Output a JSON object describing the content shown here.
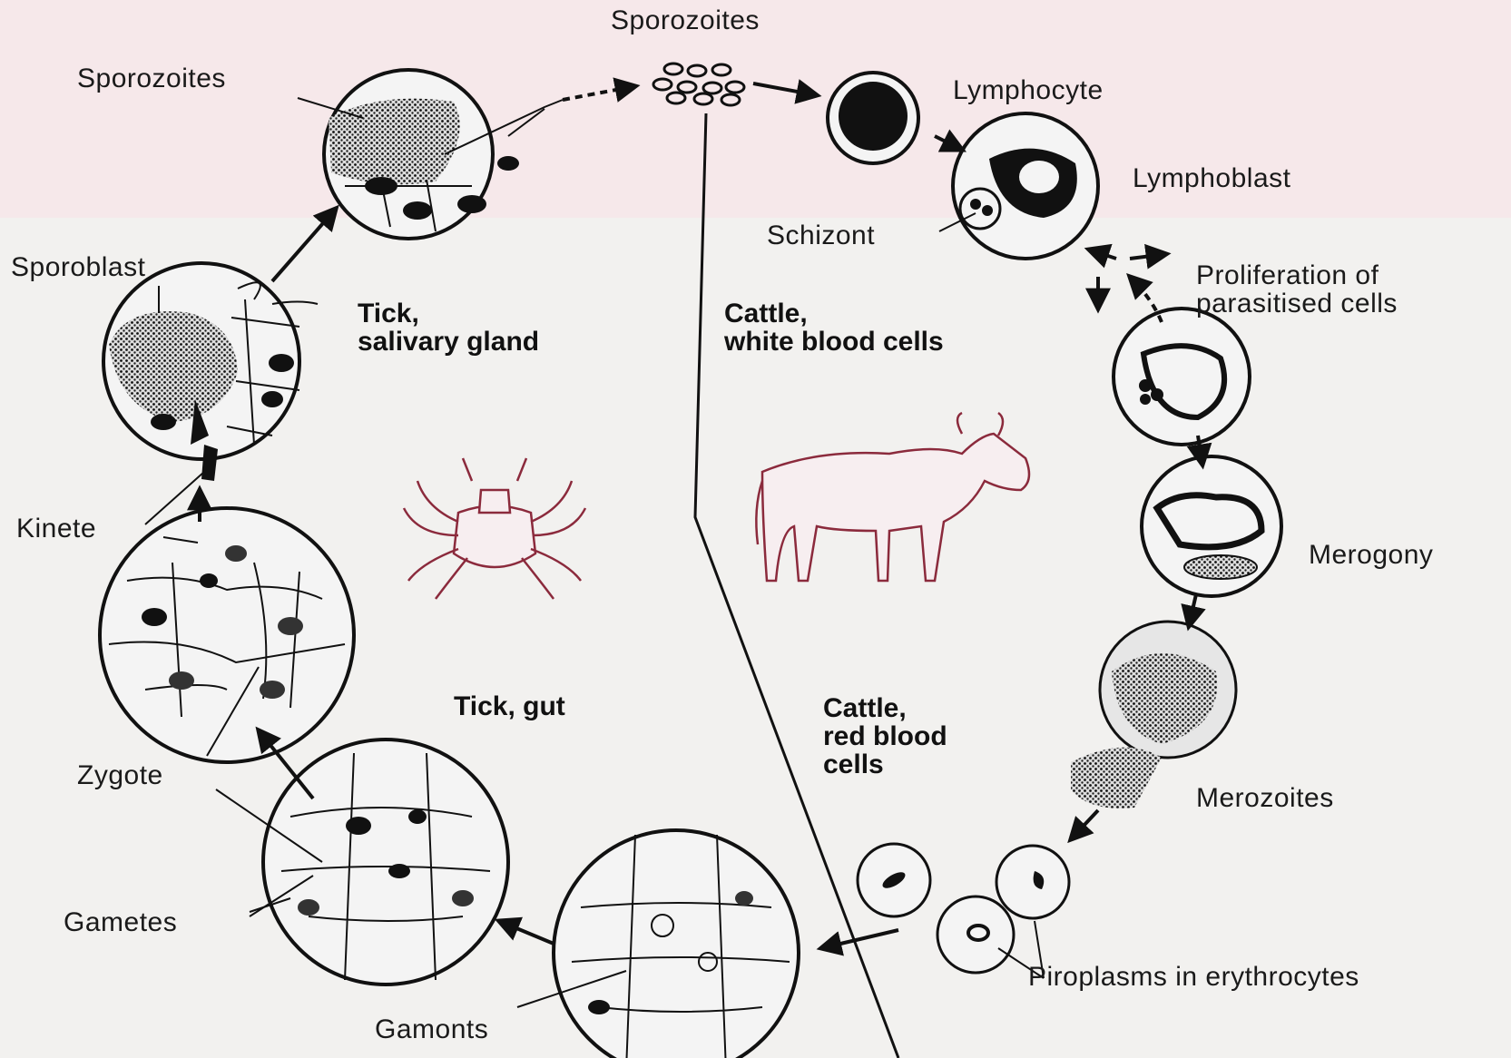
{
  "labels": {
    "sporozoites_top": "Sporozoites",
    "sporozoites_left": "Sporozoites",
    "lymphocyte": "Lymphocyte",
    "lymphoblast": "Lymphoblast",
    "schizont": "Schizont",
    "sporoblast": "Sporoblast",
    "proliferation_1": "Proliferation of",
    "proliferation_2": "parasitised cells",
    "kinete": "Kinete",
    "merogony": "Merogony",
    "zygote": "Zygote",
    "merozoites": "Merozoites",
    "gametes": "Gametes",
    "gamonts": "Gamonts",
    "piroplasms": "Piroplasms in erythrocytes"
  },
  "regions": {
    "tick_salivary_1": "Tick,",
    "tick_salivary_2": "salivary gland",
    "cattle_wbc_1": "Cattle,",
    "cattle_wbc_2": "white blood cells",
    "tick_gut": "Tick, gut",
    "cattle_rbc_1": "Cattle,",
    "cattle_rbc_2": "red blood",
    "cattle_rbc_3": "cells"
  },
  "colors": {
    "ink": "#111111",
    "animal": "#8b2a3c",
    "background": "#f2f1ef"
  },
  "icons": [
    "tick-illustration",
    "cattle-illustration"
  ]
}
